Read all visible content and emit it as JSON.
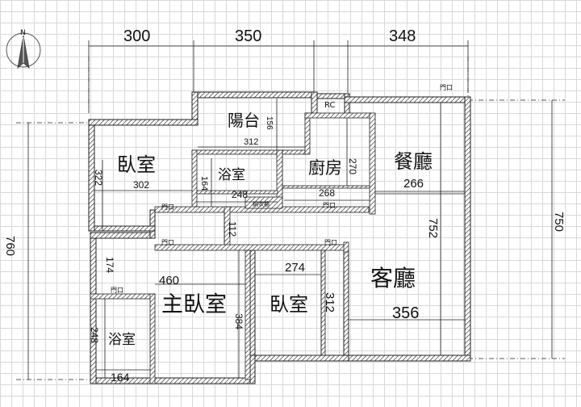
{
  "compass": {
    "label": "N"
  },
  "top_dimensions": [
    "300",
    "350",
    "348"
  ],
  "side_dimensions": {
    "left": "760",
    "right": "750"
  },
  "rooms": {
    "balcony": "陽台",
    "rc": "RC",
    "bedroom_top_left": "臥室",
    "bath_top": "浴室",
    "kitchen": "廚房",
    "dining": "餐廳",
    "master_bedroom": "主臥室",
    "bedroom_middle": "臥室",
    "bath_bottom": "浴室",
    "living": "客廳"
  },
  "labels": {
    "closet": "鋼衣櫥",
    "doors": [
      "門口",
      "門口",
      "門口",
      "門口",
      "門口",
      "門口"
    ]
  },
  "room_dimensions": {
    "balcony_height": "156",
    "balcony_width": "312",
    "kitchen_height": "270",
    "kitchen_width": "268",
    "dining_width": "266",
    "bedroom_height": "322",
    "bedroom_width": "302",
    "bath_top_height": "164",
    "bath_top_width": "248",
    "hall_height": "112",
    "living_height": "752",
    "master_height": "174",
    "master_width": "460",
    "master_depth": "384",
    "bedroom_mid_width": "274",
    "bedroom_mid_height": "312",
    "living_width": "356",
    "bath_bottom_height": "248",
    "bath_bottom_width": "164"
  }
}
